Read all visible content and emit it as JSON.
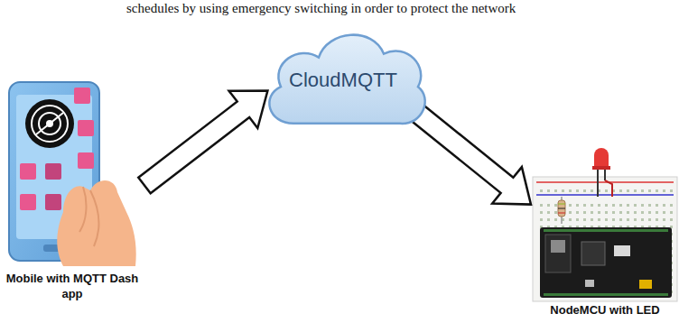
{
  "diagram": {
    "nodes": [
      {
        "text": [
          "Mobile with MQTT Dash app"
        ]
      },
      {
        "text": [
          "CloudMQTT"
        ]
      },
      {
        "text": [
          "NodeMCU with LED"
        ]
      }
    ],
    "edges": [
      {
        "from": 0,
        "to": 1,
        "arrow": "to"
      },
      {
        "from": 1,
        "to": 2,
        "arrow": "to"
      }
    ],
    "labels": [
      "schedules by using emergency switching in order to protect the network"
    ]
  }
}
